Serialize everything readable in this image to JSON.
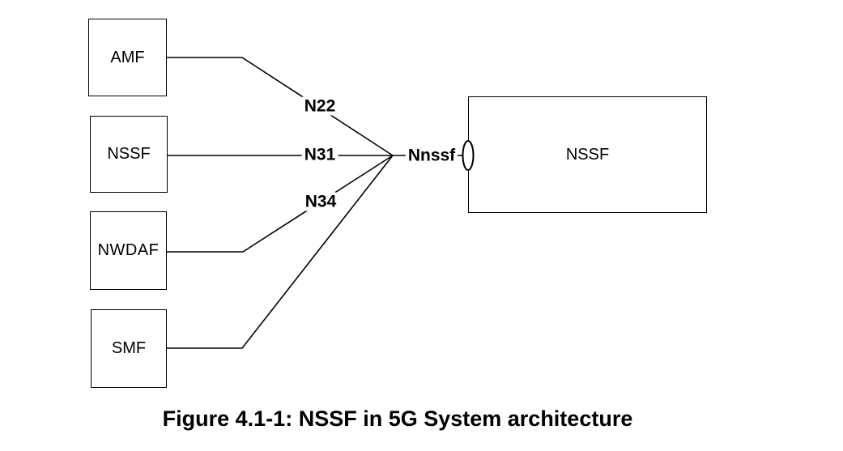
{
  "figure": {
    "caption": "Figure 4.1-1: NSSF in 5G System architecture"
  },
  "diagram": {
    "nodes": [
      {
        "id": "amf",
        "label": "AMF"
      },
      {
        "id": "nssf",
        "label": "NSSF"
      },
      {
        "id": "nwdaf",
        "label": "NWDAF"
      },
      {
        "id": "smf",
        "label": "SMF"
      },
      {
        "id": "nssf-main",
        "label": "NSSF"
      }
    ],
    "edges": [
      {
        "from": "AMF",
        "to": "NSSF",
        "label": "N22"
      },
      {
        "from": "NSSF",
        "to": "NSSF",
        "label": "N31"
      },
      {
        "from": "NWDAF",
        "to": "NSSF",
        "label": "N34"
      },
      {
        "from": "SMF",
        "to": "NSSF",
        "label": ""
      }
    ],
    "service_interface": {
      "label": "Nnssf",
      "symbol": "service-based-interface-ellipse"
    }
  },
  "colors": {
    "line": "#000000",
    "text": "#000000",
    "background": "#ffffff"
  }
}
